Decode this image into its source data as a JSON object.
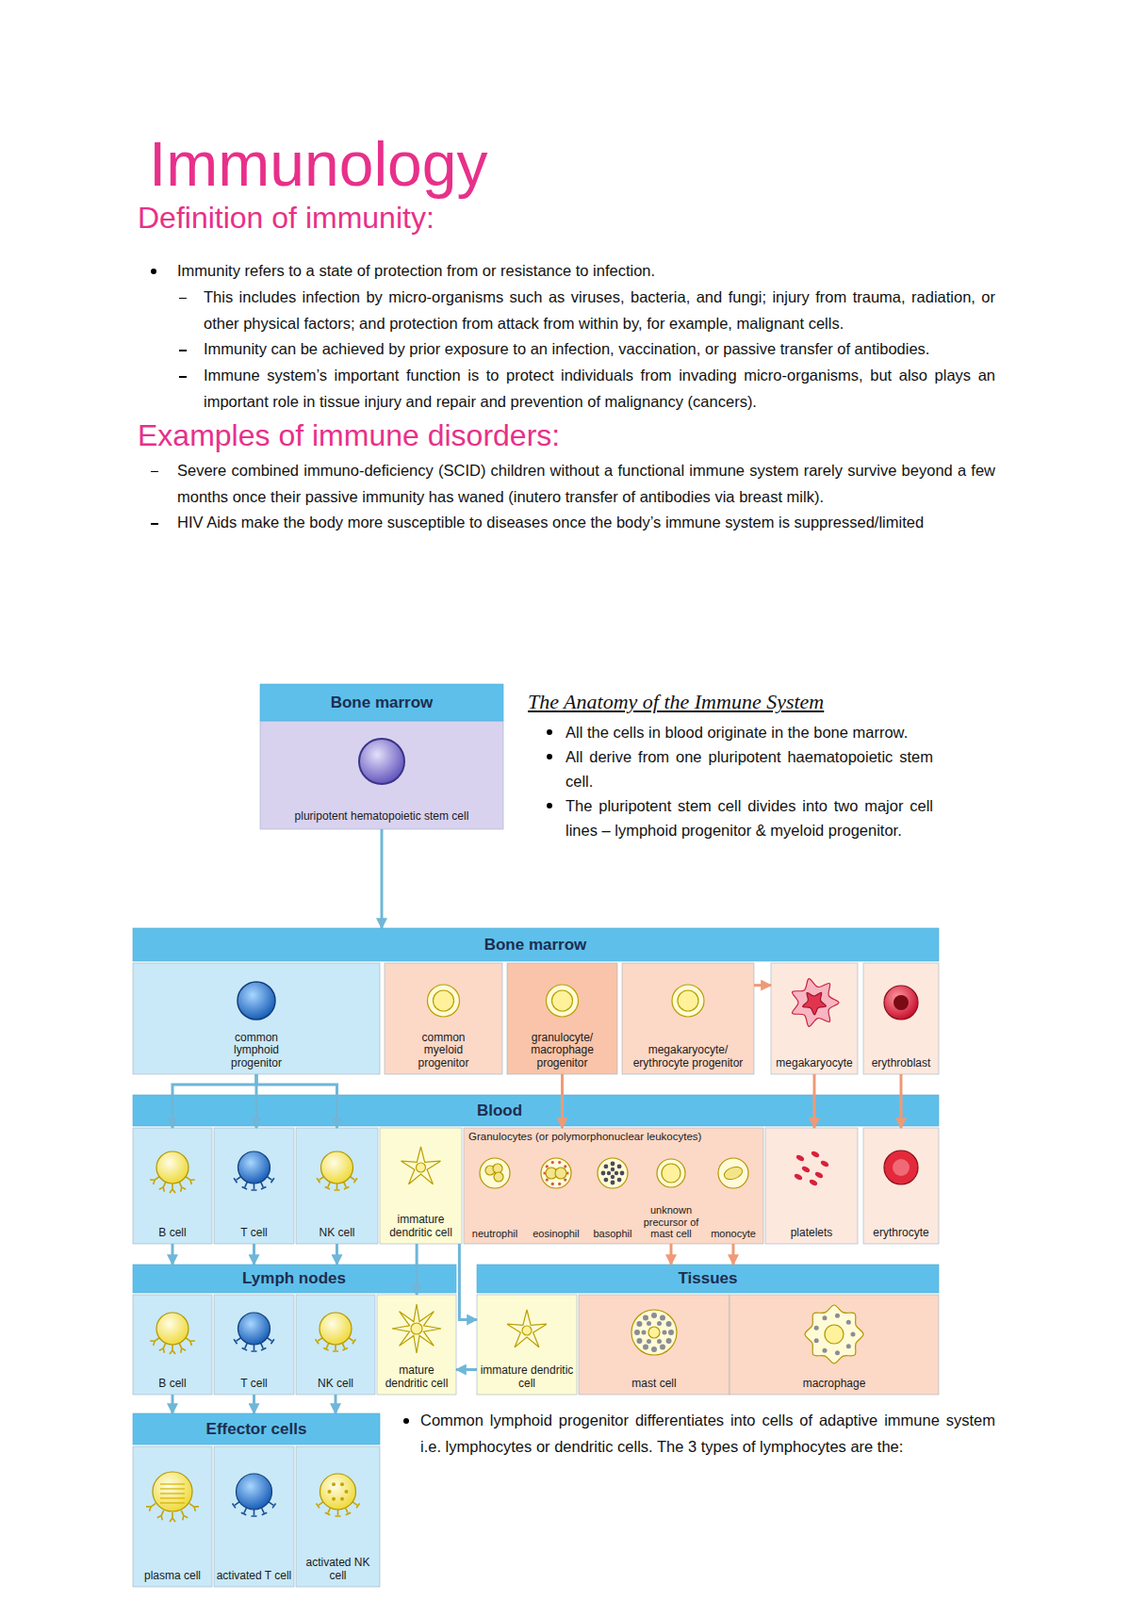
{
  "diagram": {
    "title": "Immunology",
    "nodes": [
      {
        "text": [
          "Bone marrow",
          "pluripotent hematopoietic stem cell"
        ]
      },
      {
        "text": [
          "Bone marrow"
        ]
      },
      {
        "text": [
          "common lymphoid progenitor"
        ],
        "in": 1
      },
      {
        "text": [
          "common myeloid progenitor"
        ],
        "in": 1
      },
      {
        "text": [
          "granulocyte/ macrophage progenitor"
        ],
        "in": 1
      },
      {
        "text": [
          "megakaryocyte/ erythrocyte progenitor"
        ],
        "in": 1
      },
      {
        "text": [
          "megakaryocyte"
        ],
        "in": 1
      },
      {
        "text": [
          "erythroblast"
        ],
        "in": 1
      },
      {
        "text": [
          "Blood"
        ]
      },
      {
        "text": [
          "B cell"
        ],
        "in": 8
      },
      {
        "text": [
          "T cell"
        ],
        "in": 8
      },
      {
        "text": [
          "NK cell"
        ],
        "in": 8
      },
      {
        "text": [
          "immature dendritic cell"
        ],
        "in": 8
      },
      {
        "text": [
          "Granulocytes (or polymorphonuclear leukocytes)"
        ],
        "in": 8
      },
      {
        "text": [
          "neutrophil"
        ],
        "in": 13
      },
      {
        "text": [
          "eosinophil"
        ],
        "in": 13
      },
      {
        "text": [
          "basophil"
        ],
        "in": 13
      },
      {
        "text": [
          "unknown precursor of mast cell"
        ],
        "in": 13
      },
      {
        "text": [
          "monocyte"
        ],
        "in": 13
      },
      {
        "text": [
          "platelets"
        ],
        "in": 8
      },
      {
        "text": [
          "erythrocyte"
        ],
        "in": 8
      },
      {
        "text": [
          "Lymph nodes"
        ]
      },
      {
        "text": [
          "B cell"
        ],
        "in": 21
      },
      {
        "text": [
          "T cell"
        ],
        "in": 21
      },
      {
        "text": [
          "NK cell"
        ],
        "in": 21
      },
      {
        "text": [
          "mature dendritic cell"
        ],
        "in": 21
      },
      {
        "text": [
          "Tissues"
        ]
      },
      {
        "text": [
          "immature dendritic cell"
        ],
        "in": 26
      },
      {
        "text": [
          "mast cell"
        ],
        "in": 26
      },
      {
        "text": [
          "macrophage"
        ],
        "in": 26
      },
      {
        "text": [
          "Effector cells"
        ]
      },
      {
        "text": [
          "plasma cell"
        ],
        "in": 30
      },
      {
        "text": [
          "activated T cell"
        ],
        "in": 30
      },
      {
        "text": [
          "activated NK cell"
        ],
        "in": 30
      }
    ],
    "edges": [
      {
        "from": 0,
        "to": 1,
        "arrow": "to"
      },
      {
        "from": 5,
        "to": 6,
        "arrow": "to"
      },
      {
        "from": 2,
        "to": 9,
        "arrow": "to"
      },
      {
        "from": 2,
        "to": 10,
        "arrow": "to"
      },
      {
        "from": 2,
        "to": 11,
        "arrow": "to"
      },
      {
        "from": 4,
        "to": 13,
        "arrow": "to"
      },
      {
        "from": 6,
        "to": 19,
        "arrow": "to"
      },
      {
        "from": 7,
        "to": 20,
        "arrow": "to"
      },
      {
        "from": 9,
        "to": 21,
        "arrow": "to"
      },
      {
        "from": 10,
        "to": 21,
        "arrow": "to"
      },
      {
        "from": 11,
        "to": 21,
        "arrow": "to"
      },
      {
        "from": 12,
        "to": 25,
        "arrow": "to"
      },
      {
        "from": 12,
        "to": 27,
        "arrow": "to"
      },
      {
        "from": 27,
        "to": 25,
        "arrow": "to"
      },
      {
        "from": 17,
        "to": 26,
        "arrow": "to"
      },
      {
        "from": 18,
        "to": 26,
        "arrow": "to"
      },
      {
        "from": 22,
        "to": 30,
        "arrow": "to"
      },
      {
        "from": 23,
        "to": 30,
        "arrow": "to"
      },
      {
        "from": 24,
        "to": 30,
        "arrow": "to"
      }
    ],
    "labels": [
      "Definition of immunity:",
      "Immunity refers to a state of protection from or resistance to infection.",
      "This includes infection by micro-organisms such as viruses, bacteria, and fungi; injury from trauma, radiation, or other physical factors; and protection from attack from within by, for example, malignant cells.",
      "Immunity can be achieved by prior exposure to an infection, vaccination, or passive transfer of antibodies.",
      "Immune system’s important function is to protect individuals from invading micro-organisms, but also plays an important role in tissue injury and repair and prevention of malignancy (cancers).",
      "Examples of immune disorders:",
      "Severe combined immuno-deficiency (SCID) children without a functional immune system rarely survive beyond a few months once their passive immunity has waned (inutero transfer of antibodies via breast milk).",
      "HIV Aids make the body more susceptible to diseases once the body’s immune system is suppressed/limited",
      "The Anatomy of the Immune System",
      "All the cells in blood originate in the bone marrow.",
      "All derive from one pluripotent haematopoietic stem cell.",
      "The pluripotent stem cell divides into two major cell lines – lymphoid progenitor & myeloid progenitor.",
      "Common lymphoid progenitor differentiates into cells of adaptive immune system i.e. lymphocytes or dendritic cells. The 3 types of lymphocytes are the:"
    ]
  }
}
